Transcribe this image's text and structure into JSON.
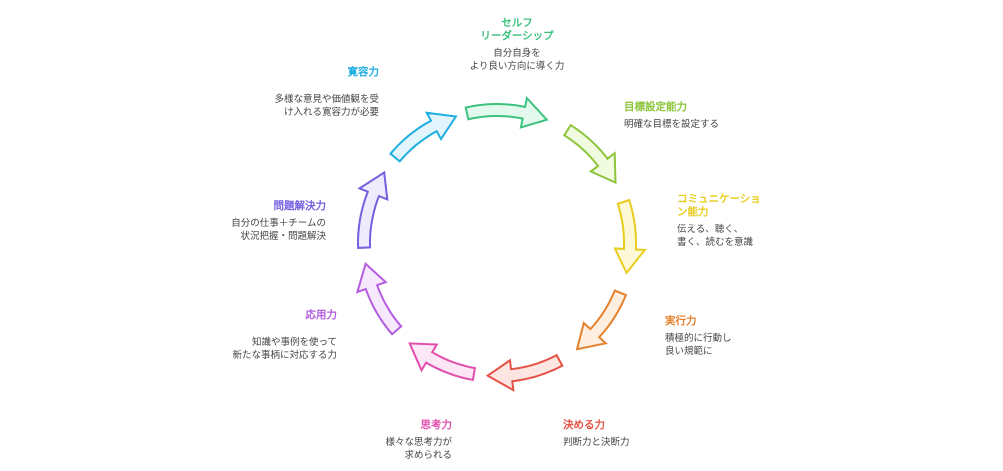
{
  "diagram": {
    "type": "cycle",
    "steps": [
      {
        "id": "self-leadership",
        "title": "セルフ\nリーダーシップ",
        "title_lines": [
          "セルフ",
          "リーダーシップ"
        ],
        "desc_lines": [
          "自分自身を",
          "より良い方向に導く力"
        ],
        "color": "#3cc27e",
        "fill": "#e3f9ee"
      },
      {
        "id": "goal-setting",
        "title_lines": [
          "目標設定能力"
        ],
        "desc_lines": [
          "明確な目標を設定する"
        ],
        "color": "#8cc43c",
        "fill": "#f1fbdf"
      },
      {
        "id": "communication",
        "title_lines": [
          "コミュニケーショ",
          "ン能力"
        ],
        "desc_lines": [
          "伝える、聴く、",
          "書く、読むを意識"
        ],
        "color": "#e8cc1e",
        "fill": "#fdf9d6"
      },
      {
        "id": "execution",
        "title_lines": [
          "実行力"
        ],
        "desc_lines": [
          "積極的に行動し",
          "良い規範に"
        ],
        "color": "#e5812c",
        "fill": "#fdeedf"
      },
      {
        "id": "decision",
        "title_lines": [
          "決める力"
        ],
        "desc_lines": [
          "判断力と決断力"
        ],
        "color": "#e55347",
        "fill": "#fde5e2"
      },
      {
        "id": "thinking",
        "title_lines": [
          "思考力"
        ],
        "desc_lines": [
          "様々な思考力が",
          "求められる"
        ],
        "color": "#e04fae",
        "fill": "#fde6f5"
      },
      {
        "id": "application",
        "title_lines": [
          "応用力"
        ],
        "desc_lines": [
          "知識や事例を使って",
          "新たな事柄に対応する力"
        ],
        "color": "#b35de0",
        "fill": "#f6e8fd"
      },
      {
        "id": "problem-solving",
        "title_lines": [
          "問題解決力"
        ],
        "desc_lines": [
          "自分の仕事＋チームの",
          "状況把握・問題解決"
        ],
        "color": "#7660e0",
        "fill": "#eeebfd"
      },
      {
        "id": "tolerance",
        "title_lines": [
          "寛容力"
        ],
        "desc_lines": [
          "多様な意見や価値観を受",
          "け入れる寛容力が必要"
        ],
        "color": "#1faee0",
        "fill": "#e2f5fd"
      }
    ]
  }
}
